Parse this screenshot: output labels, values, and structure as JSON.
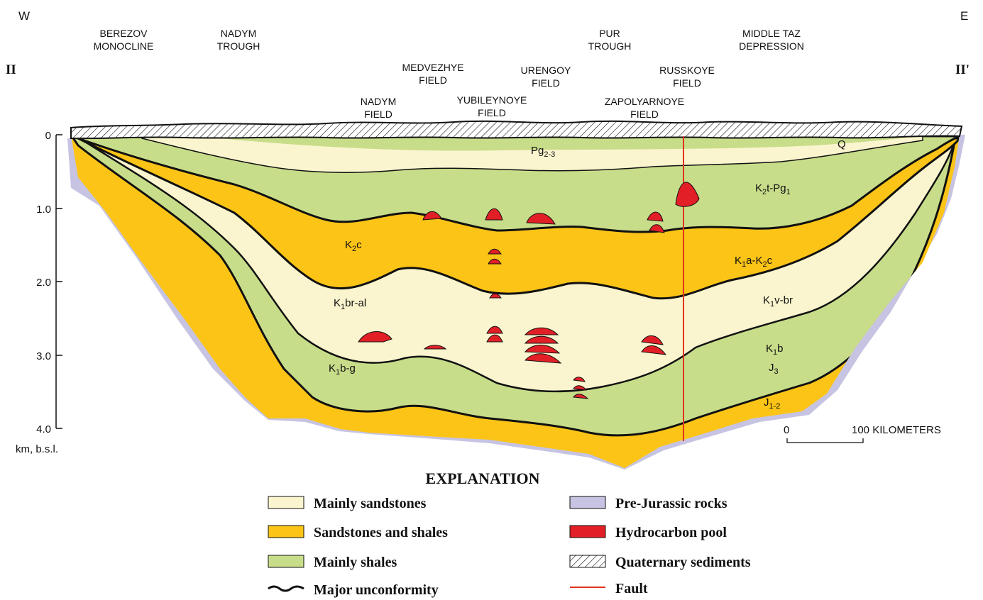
{
  "directions": {
    "west": "W",
    "east": "E"
  },
  "section": {
    "start": "II",
    "end": "II'"
  },
  "regions": [
    [
      "BEREZOV",
      "MONOCLINE"
    ],
    [
      "NADYM",
      "TROUGH"
    ],
    [
      "PUR",
      "TROUGH"
    ],
    [
      "MIDDLE TAZ",
      "DEPRESSION"
    ]
  ],
  "fields": [
    [
      "MEDVEZHYE",
      "FIELD"
    ],
    [
      "URENGOY",
      "FIELD"
    ],
    [
      "RUSSKOYE",
      "FIELD"
    ],
    [
      "YUBILEYNOYE",
      "FIELD"
    ],
    [
      "NADYM",
      "FIELD"
    ],
    [
      "ZAPOLYARNOYE",
      "FIELD"
    ]
  ],
  "depth_axis": {
    "ticks": [
      "0",
      "1.0",
      "2.0",
      "3.0",
      "4.0"
    ],
    "unit": "km, b.s.l."
  },
  "units": {
    "Pg23": {
      "base": "Pg",
      "sub": "2-3"
    },
    "Q": {
      "base": "Q"
    },
    "K2tPg1": {
      "a": "K",
      "a_sub": "2",
      "b": "t-Pg",
      "b_sub": "1"
    },
    "K2c": {
      "a": "K",
      "a_sub": "2",
      "b": "c"
    },
    "K1aK2c": {
      "a": "K",
      "a_sub": "1",
      "b": "a-K",
      "b_sub": "2",
      "c": "c"
    },
    "K1brAl": {
      "a": "K",
      "a_sub": "1",
      "b": "br-al"
    },
    "K1vBr": {
      "a": "K",
      "a_sub": "1",
      "b": "v-br"
    },
    "K1b": {
      "a": "K",
      "a_sub": "1",
      "b": "b"
    },
    "J3": {
      "a": "J",
      "a_sub": "3"
    },
    "K1bg": {
      "a": "K",
      "a_sub": "1",
      "b": "b-g"
    },
    "J12": {
      "a": "J",
      "a_sub": "1-2"
    }
  },
  "scale_bar": {
    "start": "0",
    "end": "100 KILOMETERS"
  },
  "explanation": {
    "title": "EXPLANATION",
    "left": [
      "Mainly sandstones",
      "Sandstones and shales",
      "Mainly shales",
      "Major unconformity"
    ],
    "right": [
      "Pre-Jurassic rocks",
      "Hydrocarbon pool",
      "Quaternary sediments",
      "Fault"
    ]
  },
  "colors": {
    "sandstone": "#fbf5cf",
    "sandstone_shale": "#fcc416",
    "shale": "#c8dd8a",
    "pre_jurassic": "#c6c4e2",
    "hydrocarbon": "#e21f26",
    "fault": "#e2331f",
    "outline": "#111111"
  }
}
